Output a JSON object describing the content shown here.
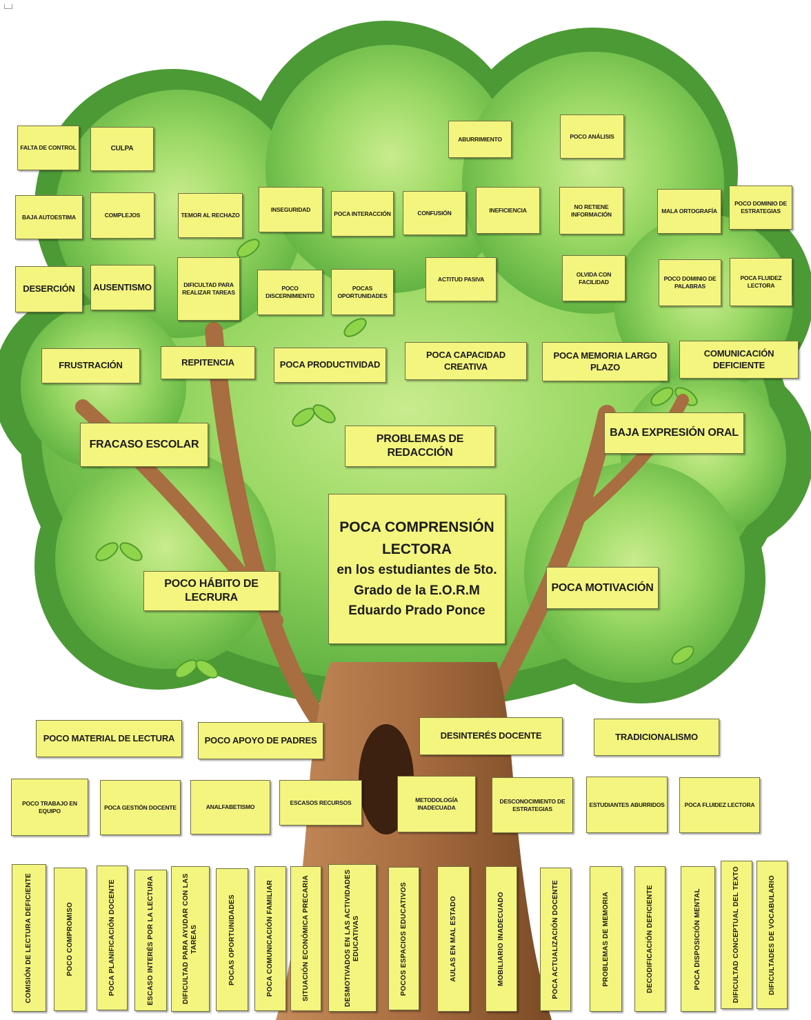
{
  "main_problem": {
    "title": "POCA  COMPRENSIÓN LECTORA",
    "body": "en los estudiantes de 5to. Grado de la E.O.R.M Eduardo Prado Ponce"
  },
  "effects_level1": [
    "FRACASO ESCOLAR",
    "PROBLEMAS DE REDACCIÓN",
    "BAJA EXPRESIÓN ORAL"
  ],
  "effects_level2": [
    "FRUSTRACIÓN",
    "REPITENCIA",
    "POCA PRODUCTIVIDAD",
    "POCA CAPACIDAD CREATIVA",
    "POCA MEMORIA LARGO PLAZO",
    "COMUNICACIÓN DEFICIENTE"
  ],
  "effects_level3": [
    "DESERCIÓN",
    "AUSENTISMO",
    "DIFICULTAD PARA REALIZAR TAREAS",
    "POCO DISCERNIMIENTO",
    "POCAS OPORTUNIDADES",
    "ACTITUD PASIVA",
    "OLVIDA CON FACILIDAD",
    "POCO DOMINIO DE PALABRAS",
    "POCA FLUIDEZ LECTORA"
  ],
  "effects_level4": [
    "BAJA AUTOESTIMA",
    "COMPLEJOS",
    "TEMOR AL RECHAZO",
    "INSEGURIDAD",
    "POCA INTERACCIÓN",
    "CONFUSIÓN",
    "INEFICIENCIA",
    "NO RETIENE INFORMACIÓN",
    "MALA ORTOGRAFÍA",
    "POCO DOMINIO DE ESTRATEGIAS"
  ],
  "effects_level5": [
    "FALTA DE CONTROL",
    "CULPA",
    "ABURRIMIENTO",
    "POCO ANÁLISIS"
  ],
  "causes_level1": [
    "POCO HÁBITO DE LECRURA",
    "POCA MOTIVACIÓN"
  ],
  "causes_level2": [
    "POCO MATERIAL DE LECTURA",
    "POCO APOYO DE PADRES",
    "DESINTERÉS DOCENTE",
    "TRADICIONALISMO"
  ],
  "causes_level3": [
    "POCO TRABAJO EN EQUIPO",
    "POCA GESTIÓN DOCENTE",
    "ANALFABETISMO",
    "ESCASOS RECURSOS",
    "METODOLOGÍA INADECUADA",
    "DESCONOCIMIENTO DE ESTRATEGIAS",
    "ESTUDIANTES ABURRIDOS",
    "POCA FLUIDEZ LECTORA"
  ],
  "causes_roots": [
    "COMISIÓN DE LECTURA DEFICIENTE",
    "POCO COMPROMISO",
    "POCA PLANIFICACIÓN DOCENTE",
    "ESCASO INTERÉS POR LA LECTURA",
    "DIFICULTAD PARA AYUDAR CON LAS TAREAS",
    "POCAS OPORTUNIDADES",
    "POCA COMUNICACIÓN FAMILIAR",
    "SITUACIÓN ECONÓMICA PRECARIA",
    "DESMOTIVADOS EN LAS ACTIVIDADES EDUCATIVAS",
    "POCOS ESPACIOS EDUCATIVOS",
    "AULAS EN MAL ESTADO",
    "MOBILIARIO INADECUADO",
    "POCA ACTUALIZACIÓN DOCENTE",
    "PROBLEMAS DE MEMORIA",
    "DECODIFICACIÓN DEFICIENTE",
    "POCA DISPOSICIÓN MENTAL",
    "DIFICULTAD CONCEPTUAL DEL TEXTO",
    "DIFICULTADES DE VOCABULARIO"
  ],
  "colors": {
    "box_fill": "#f4f57f",
    "foliage": "#6cc04a",
    "trunk": "#9b6238"
  }
}
